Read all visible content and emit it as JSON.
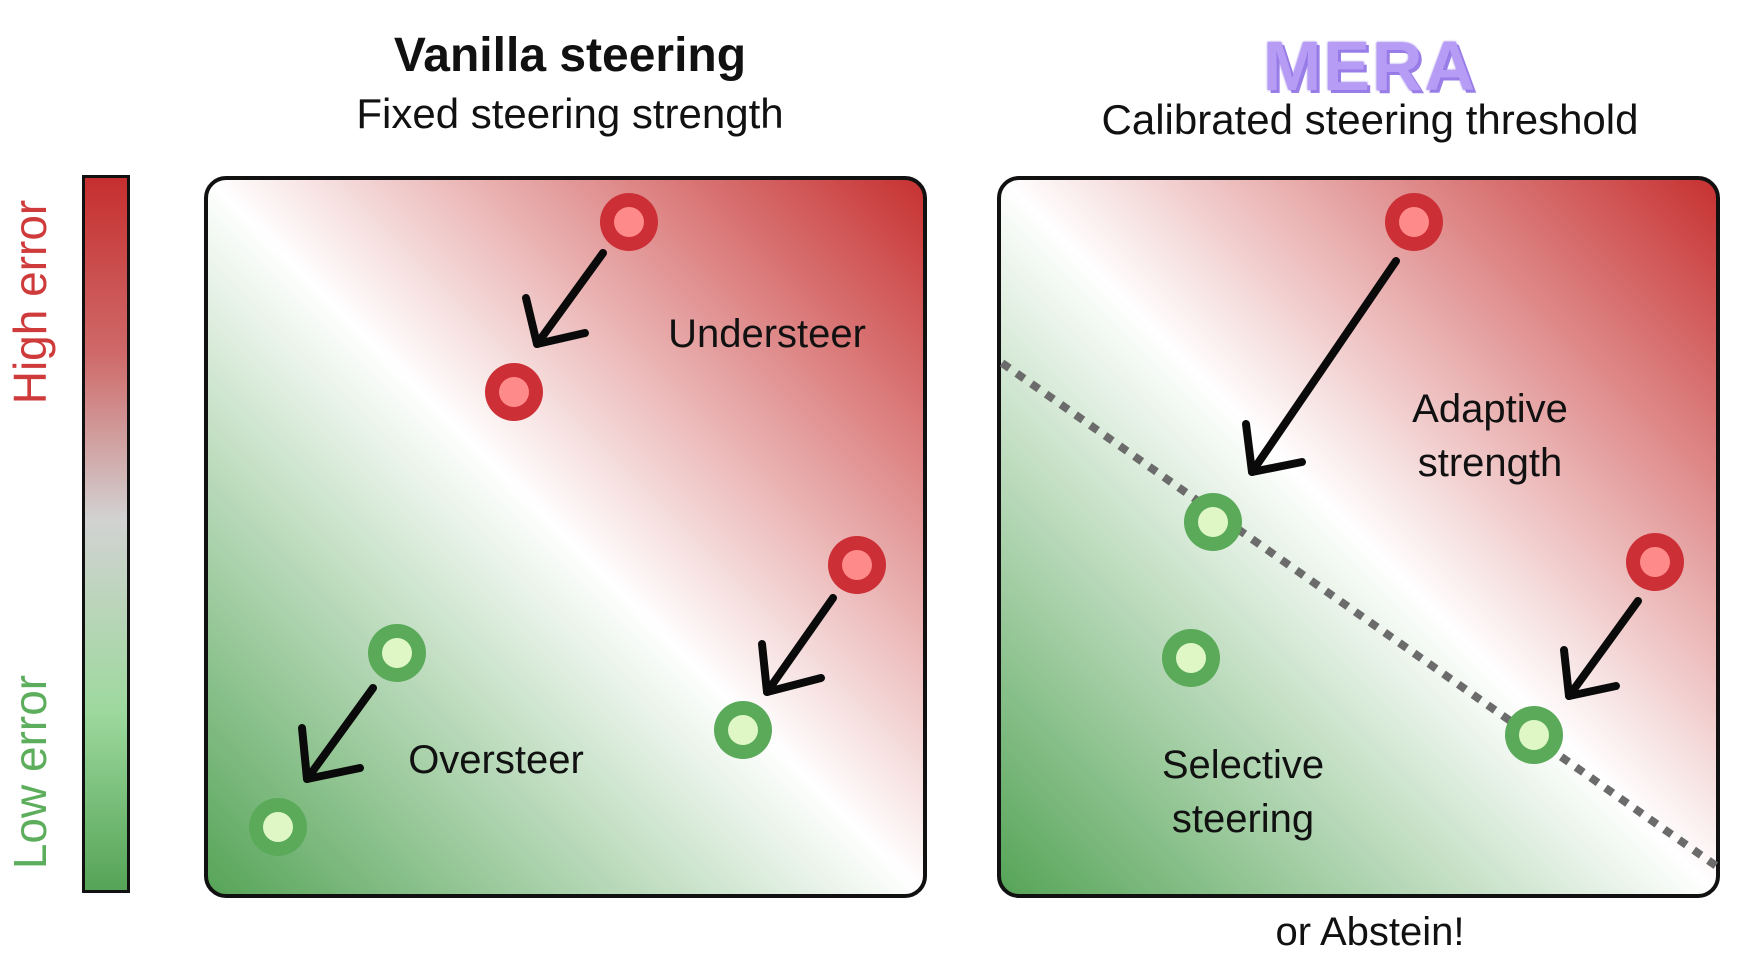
{
  "left_panel": {
    "title": "Vanilla steering",
    "subtitle": "Fixed steering strength",
    "labels": [
      "Understeer",
      "Oversteer"
    ]
  },
  "right_panel": {
    "logo": "MERA",
    "subtitle": "Calibrated steering threshold",
    "labels": [
      "Adaptive",
      "strength",
      "Selective",
      "steering"
    ],
    "footnote": "or Abstein!"
  },
  "colorbar": {
    "high_label": "High error",
    "low_label": "Low error"
  },
  "colors": {
    "high_error": "#c62f2f",
    "low_error": "#55a457",
    "point_red_outer": "#cc2f35",
    "point_red_inner": "#ff8a8a",
    "point_green_outer": "#5aaa5a",
    "point_green_inner": "#def7c4",
    "threshold_line": "#6b6b6b",
    "logo": "#b79cf6"
  }
}
